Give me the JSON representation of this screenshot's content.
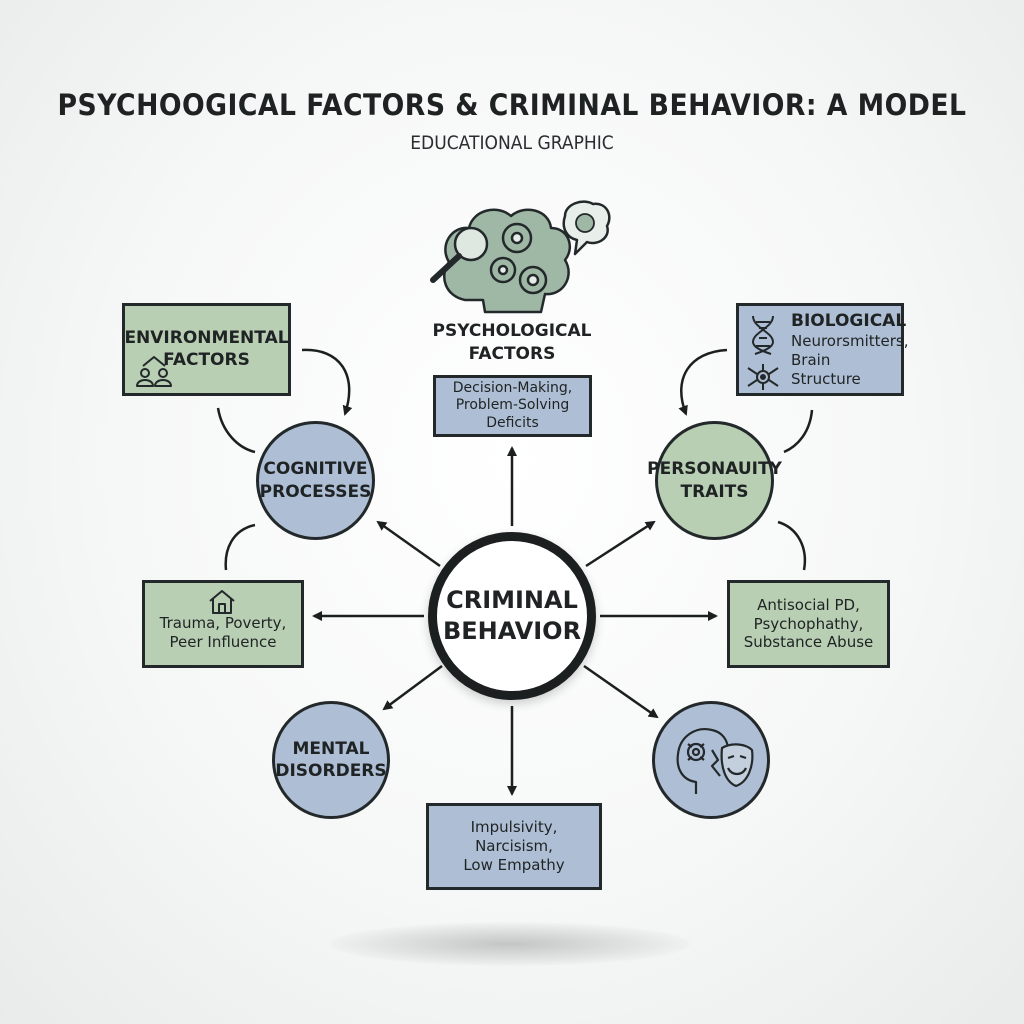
{
  "title": "PSYCHOOGICAL FACTORS & CRIMINAL BEHAVIOR: A MODEL",
  "subtitle": "EDUCATIONAL GRAPHIC",
  "colors": {
    "green": "#b8cfb4",
    "blue": "#aebfd5",
    "outline": "#23282a",
    "icon": "#9fb8a6"
  },
  "center": {
    "line1": "CRIMINAL",
    "line2": "BEHAVIOR"
  },
  "psychological": {
    "icon": "brain-gears-magnifier-icon",
    "heading1": "PSYCHOLOGICAL",
    "heading2": "FACTORS",
    "line1": "Decision-Making,",
    "line2": "Problem-Solving Deficits"
  },
  "environmental": {
    "line1": "ENVIRONMENTAL",
    "line2": "FACTORS",
    "icon": "people-house-icon"
  },
  "biological": {
    "heading": "BIOLOGICAL",
    "line1": "Neurorsmitters,",
    "line2": "Brain Structure",
    "icons": [
      "dna-icon",
      "neuron-icon"
    ]
  },
  "cognitive": {
    "line1": "COGNITIVE",
    "line2": "PROCESSES"
  },
  "personality": {
    "line1": "PERSONAUITY",
    "line2": "TRAITS"
  },
  "trauma": {
    "icon": "house-icon",
    "line1": "Trauma, Poverty,",
    "line2": "Peer Influence"
  },
  "antisocial": {
    "line1": "Antisocial PD,",
    "line2": "Psychophathy,",
    "line3": "Substance Abuse"
  },
  "mental": {
    "line1": "MENTAL",
    "line2": "DISORDERS"
  },
  "masks": {
    "icon": "head-and-theatre-masks-icon"
  },
  "impulsivity": {
    "line1": "Impulsivity,",
    "line2": "Narcisism,",
    "line3": "Low Empathy"
  }
}
